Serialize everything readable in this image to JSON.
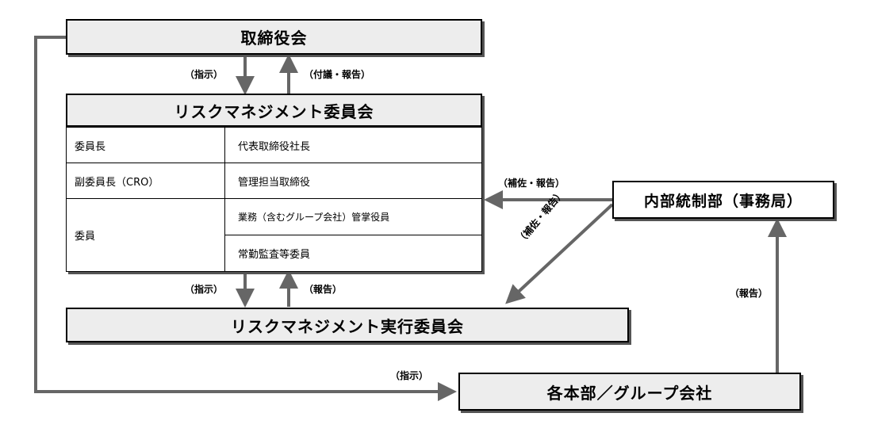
{
  "boxes": {
    "board": "取締役会",
    "committee_title": "リスクマネジメント委員会",
    "exec_committee": "リスクマネジメント実行委員会",
    "internal_control": "内部統制部（事務局）",
    "divisions": "各本部／グループ会社"
  },
  "committee_rows": [
    {
      "role": "委員長",
      "member": "代表取締役社長"
    },
    {
      "role": "副委員長（CRO）",
      "member": "管理担当取締役"
    },
    {
      "role": "委員",
      "member": "業務（含むグループ会社）管掌役員"
    },
    {
      "role": "",
      "member": "常勤監査等委員"
    }
  ],
  "arrow_labels": {
    "board_instruction": "（指示）",
    "board_report": "（付議・報告）",
    "exec_instruction": "（指示）",
    "exec_report": "（報告）",
    "assist_report_horizontal": "（補佐・報告）",
    "assist_report_diagonal": "（補佐・報告）",
    "divisions_report": "（報告）",
    "divisions_instruction": "（指示）"
  },
  "colors": {
    "arrow": "#666666",
    "box_fill": "#ededed",
    "border": "#000000"
  }
}
